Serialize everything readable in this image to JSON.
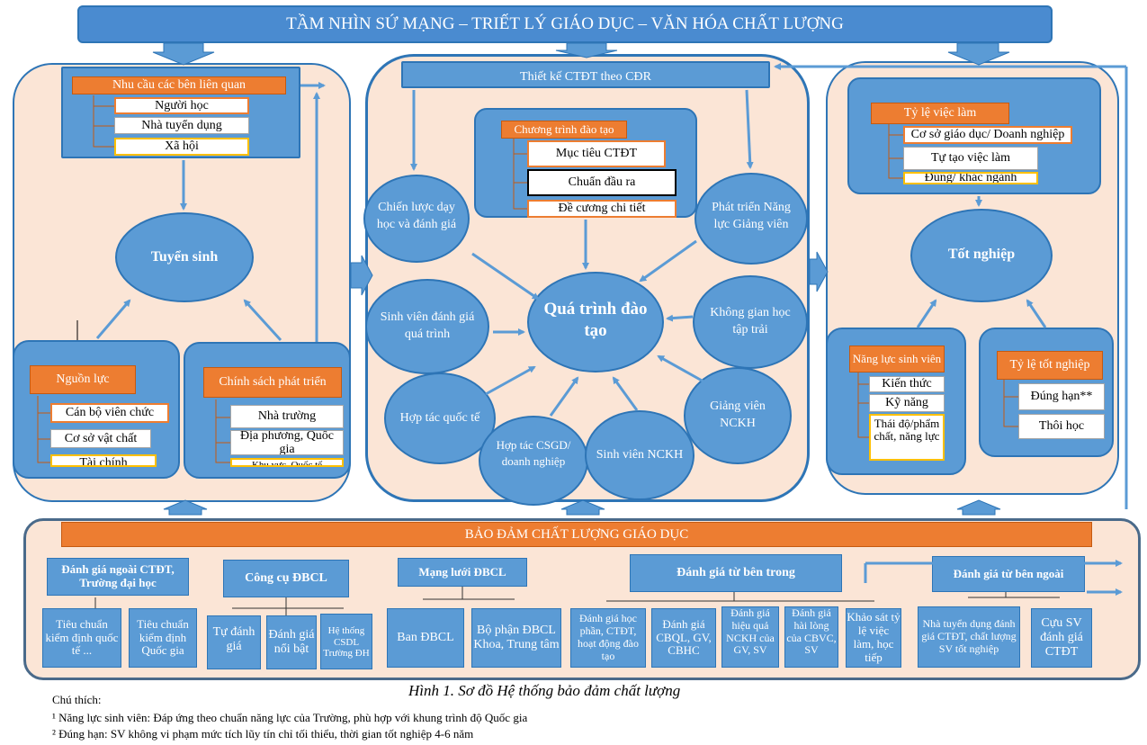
{
  "title": "TẦM NHÌN SỨ MẠNG – TRIẾT LÝ GIÁO DỤC – VĂN HÓA CHẤT LƯỢNG",
  "left": {
    "stakeholders": {
      "label": "Nhu cầu các bên liên quan",
      "items": [
        "Người học",
        "Nhà tuyển dụng",
        "Xã hội"
      ]
    },
    "tuyensinh": "Tuyển sinh",
    "resources": {
      "label": "Nguồn lực",
      "items": [
        "Cán bộ viên chức",
        "Cơ sở vật chất",
        "Tài chính"
      ]
    },
    "policy": {
      "label": "Chính sách phát triển",
      "items": [
        "Nhà trường",
        "Địa phương, Quốc gia",
        "Khu vực, Quốc tế"
      ]
    }
  },
  "center": {
    "design": "Thiết kế CTĐT theo CĐR",
    "program": {
      "label": "Chương trình đào tạo",
      "items": [
        "Mục tiêu CTĐT",
        "Chuẩn đầu ra",
        "Đề cương chi tiết"
      ]
    },
    "core": "Quá trình đào tạo",
    "nodes": {
      "strategy": "Chiến lược dạy học và đánh giá",
      "devcap": "Phát triển Năng lực Giảng viên",
      "selfassess": "Sinh viên đánh giá quá trình",
      "space": "Không gian học tập trải",
      "intl": "Hợp tác quốc tế",
      "lecturer": "Giảng viên NCKH",
      "coop": "Hợp tác CSGD/ doanh nghiệp",
      "student": "Sinh viên NCKH"
    }
  },
  "right": {
    "employ": {
      "label": "Tỷ lệ việc làm",
      "items": [
        "Cơ sở giáo dục/ Doanh nghiệp",
        "Tự tạo việc làm",
        "Đúng/ khác ngành"
      ]
    },
    "graduate": "Tốt nghiệp",
    "competence": {
      "label": "Năng lực sinh viên",
      "items": [
        "Kiến thức",
        "Kỹ năng",
        "Thái độ/phẩm chất, năng lực"
      ]
    },
    "gradrate": {
      "label": "Tỷ lệ tốt nghiệp",
      "items": [
        "Đúng hạn**",
        "Thôi học"
      ]
    }
  },
  "qa": {
    "title": "BẢO ĐẢM CHẤT LƯỢNG GIÁO DỤC",
    "external": {
      "label": "Đánh giá ngoài CTĐT, Trường đại học",
      "items": [
        "Tiêu chuẩn kiểm định quốc tế ...",
        "Tiêu chuẩn kiểm định Quốc gia"
      ]
    },
    "tools": {
      "label": "Công cụ ĐBCL",
      "items": [
        "Tự đánh giá",
        "Đánh giá nổi bật",
        "Hệ thống CSDL Trường ĐH"
      ]
    },
    "network": {
      "label": "Mạng lưới ĐBCL",
      "items": [
        "Ban ĐBCL",
        "Bộ phận ĐBCL Khoa, Trung tâm"
      ]
    },
    "internal": {
      "label": "Đánh giá từ bên trong",
      "items": [
        "Đánh giá học phần, CTĐT, hoạt động đào tạo",
        "Đánh giá CBQL, GV, CBHC",
        "Đánh giá hiệu quả NCKH của GV, SV",
        "Đánh giá hài lòng của CBVC, SV",
        "Khảo sát tỷ lệ việc làm, học tiếp"
      ]
    },
    "outside": {
      "label": "Đánh giá từ bên ngoài",
      "items": [
        "Nhà tuyển dụng đánh giá CTĐT, chất lượng SV tốt nghiệp",
        "Cựu SV đánh giá CTĐT"
      ]
    }
  },
  "caption": "Hình 1. Sơ đồ Hệ thống bảo đảm chất lượng",
  "notes": {
    "heading": "Chú thích:",
    "n1": "¹ Năng lực sinh viên: Đáp ứng theo chuẩn năng lực của Trường, phù hợp với khung trình độ Quốc gia",
    "n2": "² Đúng hạn: SV không vi phạm mức tích lũy tín chỉ tối thiểu, thời gian tốt nghiệp 4-6 năm"
  },
  "colors": {
    "blue": "#5b9bd5",
    "border": "#2e75b6",
    "orange": "#ed7d31",
    "peach": "#fbe5d6"
  }
}
